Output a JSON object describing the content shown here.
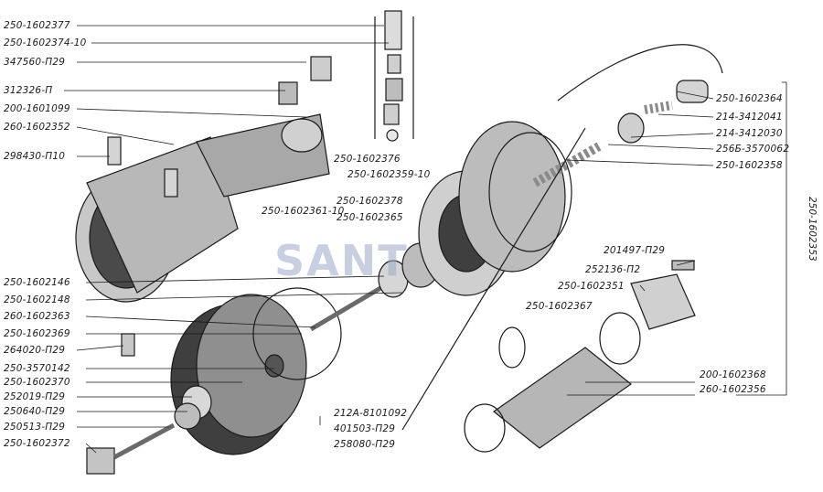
{
  "watermark": "SANT",
  "group_label": "250-1602353",
  "left_labels": [
    "250-1602377",
    "250-1602374-10",
    "347560-П29",
    "312326-П",
    "200-1601099",
    "260-1602352",
    "298430-П10",
    "250-1602146",
    "250-1602148",
    "260-1602363",
    "250-1602369",
    "264020-П29",
    "250-3570142",
    "250-1602370",
    "252019-П29",
    "250640-П29",
    "250513-П29",
    "250-1602372"
  ],
  "right_labels": [
    "250-1602364",
    "214-3412041",
    "214-3412030",
    "256Б-3570062",
    "250-1602358"
  ],
  "center_labels": [
    "250-1602376",
    "250-1602359-10",
    "250-1602378",
    "250-1602365",
    "250-1602361-10"
  ],
  "lower_right_labels": [
    "201497-П29",
    "252136-П2",
    "250-1602351",
    "250-1602367",
    "200-1602368",
    "260-1602356"
  ],
  "bottom_labels": [
    "212А-8101092",
    "401503-П29",
    "258080-П29"
  ]
}
